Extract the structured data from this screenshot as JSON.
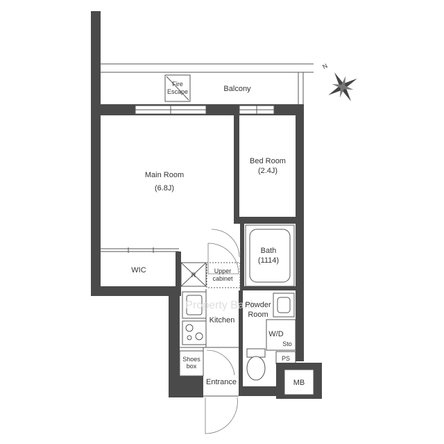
{
  "rooms": {
    "balcony": "Balcony",
    "fire_escape_line1": "Fire",
    "fire_escape_line2": "Escape",
    "main_room": "Main Room",
    "main_room_size": "(6.8J)",
    "bed_room": "Bed Room",
    "bed_room_size": "(2.4J)",
    "bath": "Bath",
    "bath_size": "(1114)",
    "wic": "WIC",
    "refrigerator": "R",
    "upper_cabinet_line1": "Upper",
    "upper_cabinet_line2": "cabinet",
    "powder_room_line1": "Powder",
    "powder_room_line2": "Room",
    "kitchen": "Kitchen",
    "washer_dryer": "W/D",
    "storage": "Sto",
    "ps": "PS",
    "shoes_box_line1": "Shoes",
    "shoes_box_line2": "box",
    "entrance": "Entrance",
    "mb": "MB"
  },
  "compass": {
    "north_label": "N"
  },
  "watermark": "Property Bank",
  "colors": {
    "wall": "#4a4a4a",
    "line": "#555555",
    "background": "#ffffff"
  }
}
